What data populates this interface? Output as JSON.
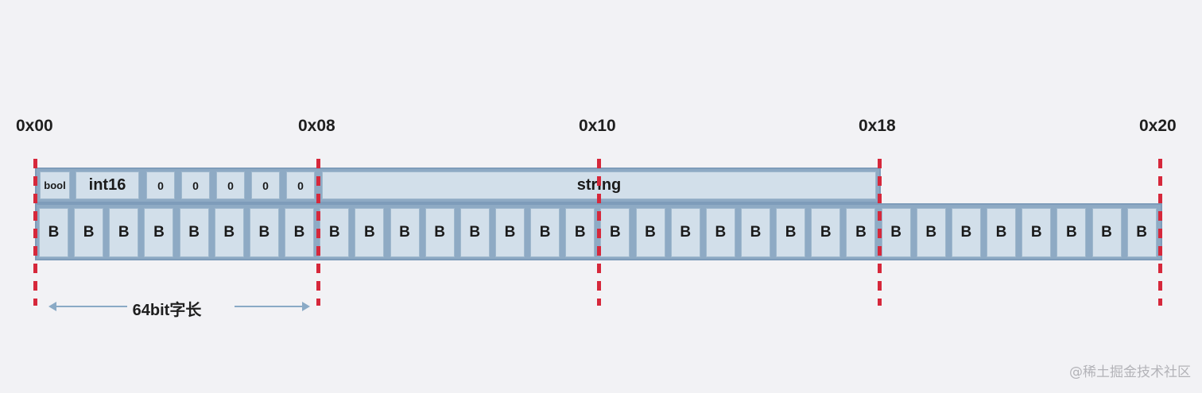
{
  "addresses": [
    "0x00",
    "0x08",
    "0x10",
    "0x18",
    "0x20"
  ],
  "fields": [
    {
      "label": "bool"
    },
    {
      "label": "int16"
    },
    {
      "label": "0"
    },
    {
      "label": "0"
    },
    {
      "label": "0"
    },
    {
      "label": "0"
    },
    {
      "label": "0"
    },
    {
      "label": "string"
    }
  ],
  "byte_label": "B",
  "byte_count": 32,
  "word_label": "64bit字长",
  "watermark": "@稀土掘金技术社区",
  "colors": {
    "background": "#f2f2f5",
    "cell_fill": "#d2dfea",
    "frame": "#8eaac4",
    "boundary": "#d6283b"
  }
}
